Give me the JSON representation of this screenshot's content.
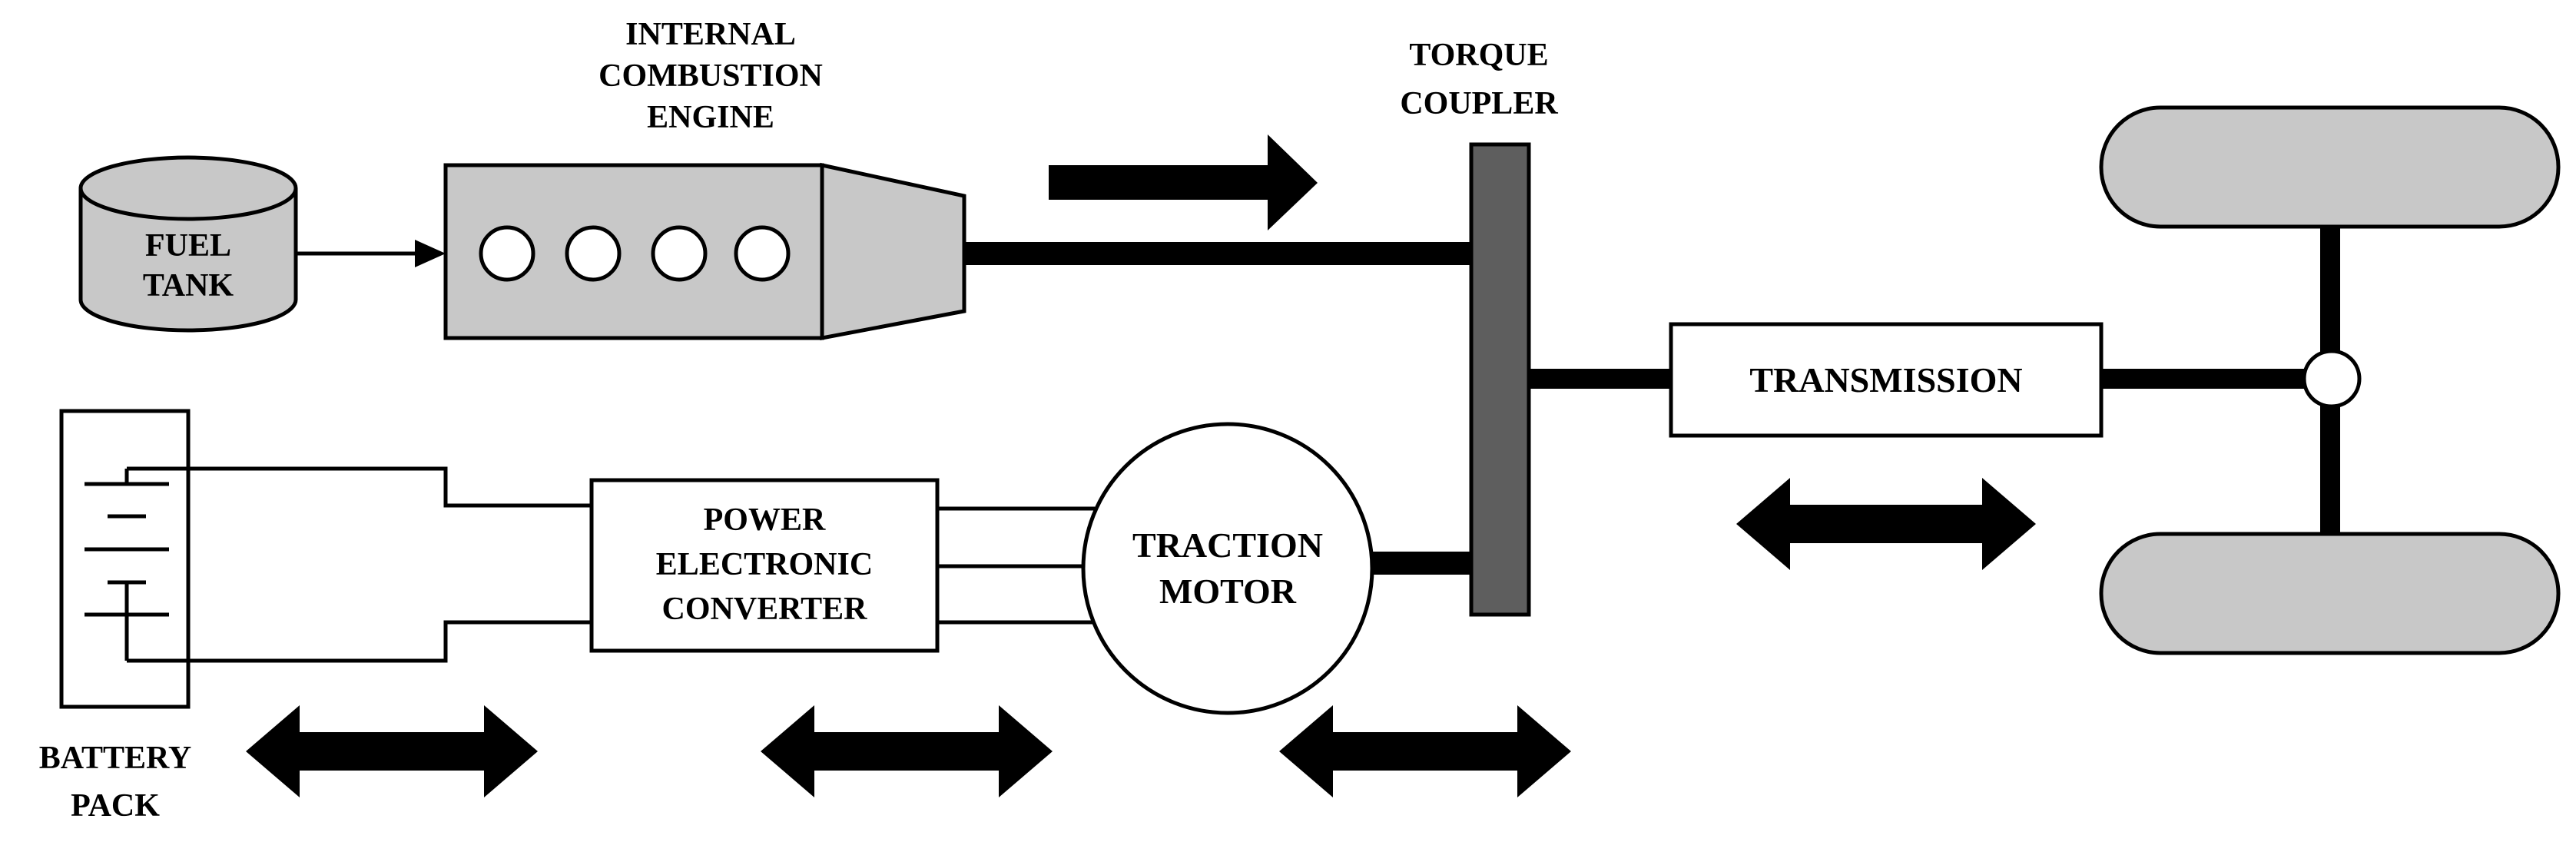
{
  "labels": {
    "ice_line1": "INTERNAL",
    "ice_line2": "COMBUSTION",
    "ice_line3": "ENGINE",
    "fuel_line1": "FUEL",
    "fuel_line2": "TANK",
    "torque_line1": "TORQUE",
    "torque_line2": "COUPLER",
    "transmission": "TRANSMISSION",
    "pec_line1": "POWER",
    "pec_line2": "ELECTRONIC",
    "pec_line3": "CONVERTER",
    "motor_line1": "TRACTION",
    "motor_line2": "MOTOR",
    "battery_line1": "BATTERY",
    "battery_line2": "PACK"
  },
  "colors": {
    "stroke": "#000000",
    "component_fill": "#c8c8c8",
    "coupler_fill": "#5e5e5e",
    "background": "#ffffff"
  }
}
